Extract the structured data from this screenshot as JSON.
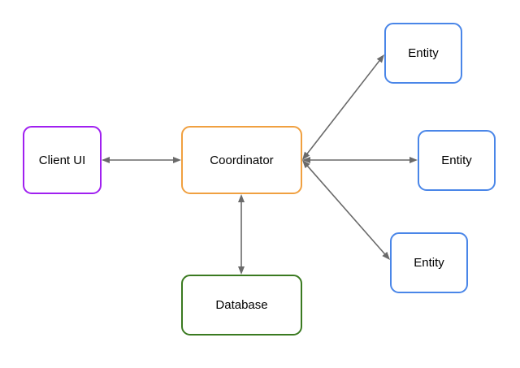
{
  "diagram": {
    "edge_color": "#6a6a6a",
    "nodes": [
      {
        "id": "client-ui",
        "label": "Client UI",
        "border_color": "#a020f0"
      },
      {
        "id": "coordinator",
        "label": "Coordinator",
        "border_color": "#f0a040"
      },
      {
        "id": "database",
        "label": "Database",
        "border_color": "#3a7a20"
      },
      {
        "id": "entity-1",
        "label": "Entity",
        "border_color": "#4a86e8"
      },
      {
        "id": "entity-2",
        "label": "Entity",
        "border_color": "#4a86e8"
      },
      {
        "id": "entity-3",
        "label": "Entity",
        "border_color": "#4a86e8"
      }
    ],
    "edges": [
      {
        "from": "client-ui",
        "to": "coordinator",
        "direction": "both"
      },
      {
        "from": "coordinator",
        "to": "entity-1",
        "direction": "both"
      },
      {
        "from": "coordinator",
        "to": "entity-2",
        "direction": "both"
      },
      {
        "from": "coordinator",
        "to": "entity-3",
        "direction": "both"
      },
      {
        "from": "coordinator",
        "to": "database",
        "direction": "both"
      }
    ]
  }
}
